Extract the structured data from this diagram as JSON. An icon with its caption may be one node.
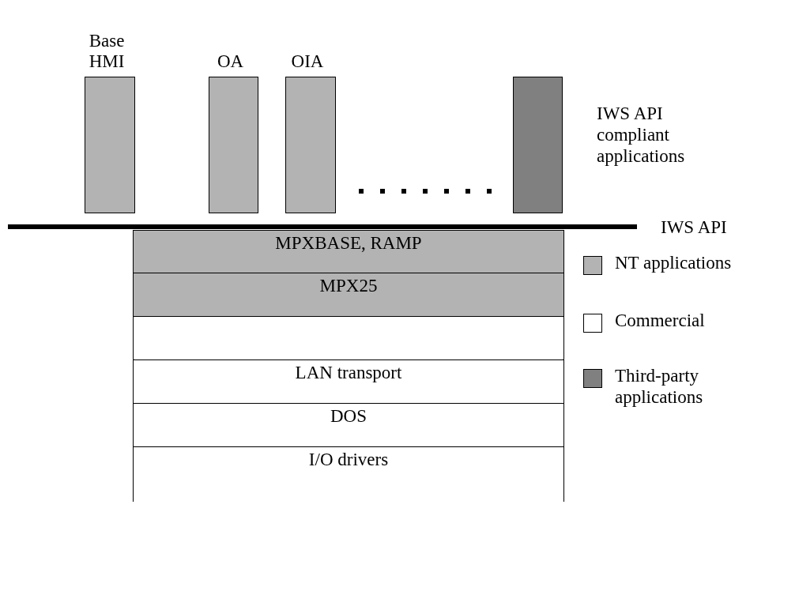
{
  "diagram": {
    "nodes": [
      {
        "text": [
          "Base HMI"
        ]
      },
      {
        "text": [
          "OA"
        ]
      },
      {
        "text": [
          "OIA"
        ]
      },
      {
        "text": [],
        "shape": "bar"
      },
      {
        "text": [
          "MPXBASE, RAMP"
        ]
      },
      {
        "text": [
          "MPX25"
        ]
      },
      {
        "text": [],
        "shape": "box"
      },
      {
        "text": [
          "LAN transport"
        ]
      },
      {
        "text": [
          "DOS"
        ]
      },
      {
        "text": [
          "I/O drivers"
        ]
      }
    ],
    "edges": [],
    "labels": [
      "IWS API compliant applications",
      "IWS API"
    ],
    "legend": [
      {
        "text": "NT applications",
        "color": "#b3b3b3"
      },
      {
        "text": "Commercial",
        "color": "#ffffff"
      },
      {
        "text": "Third-party applications",
        "color": "#808080"
      }
    ]
  }
}
